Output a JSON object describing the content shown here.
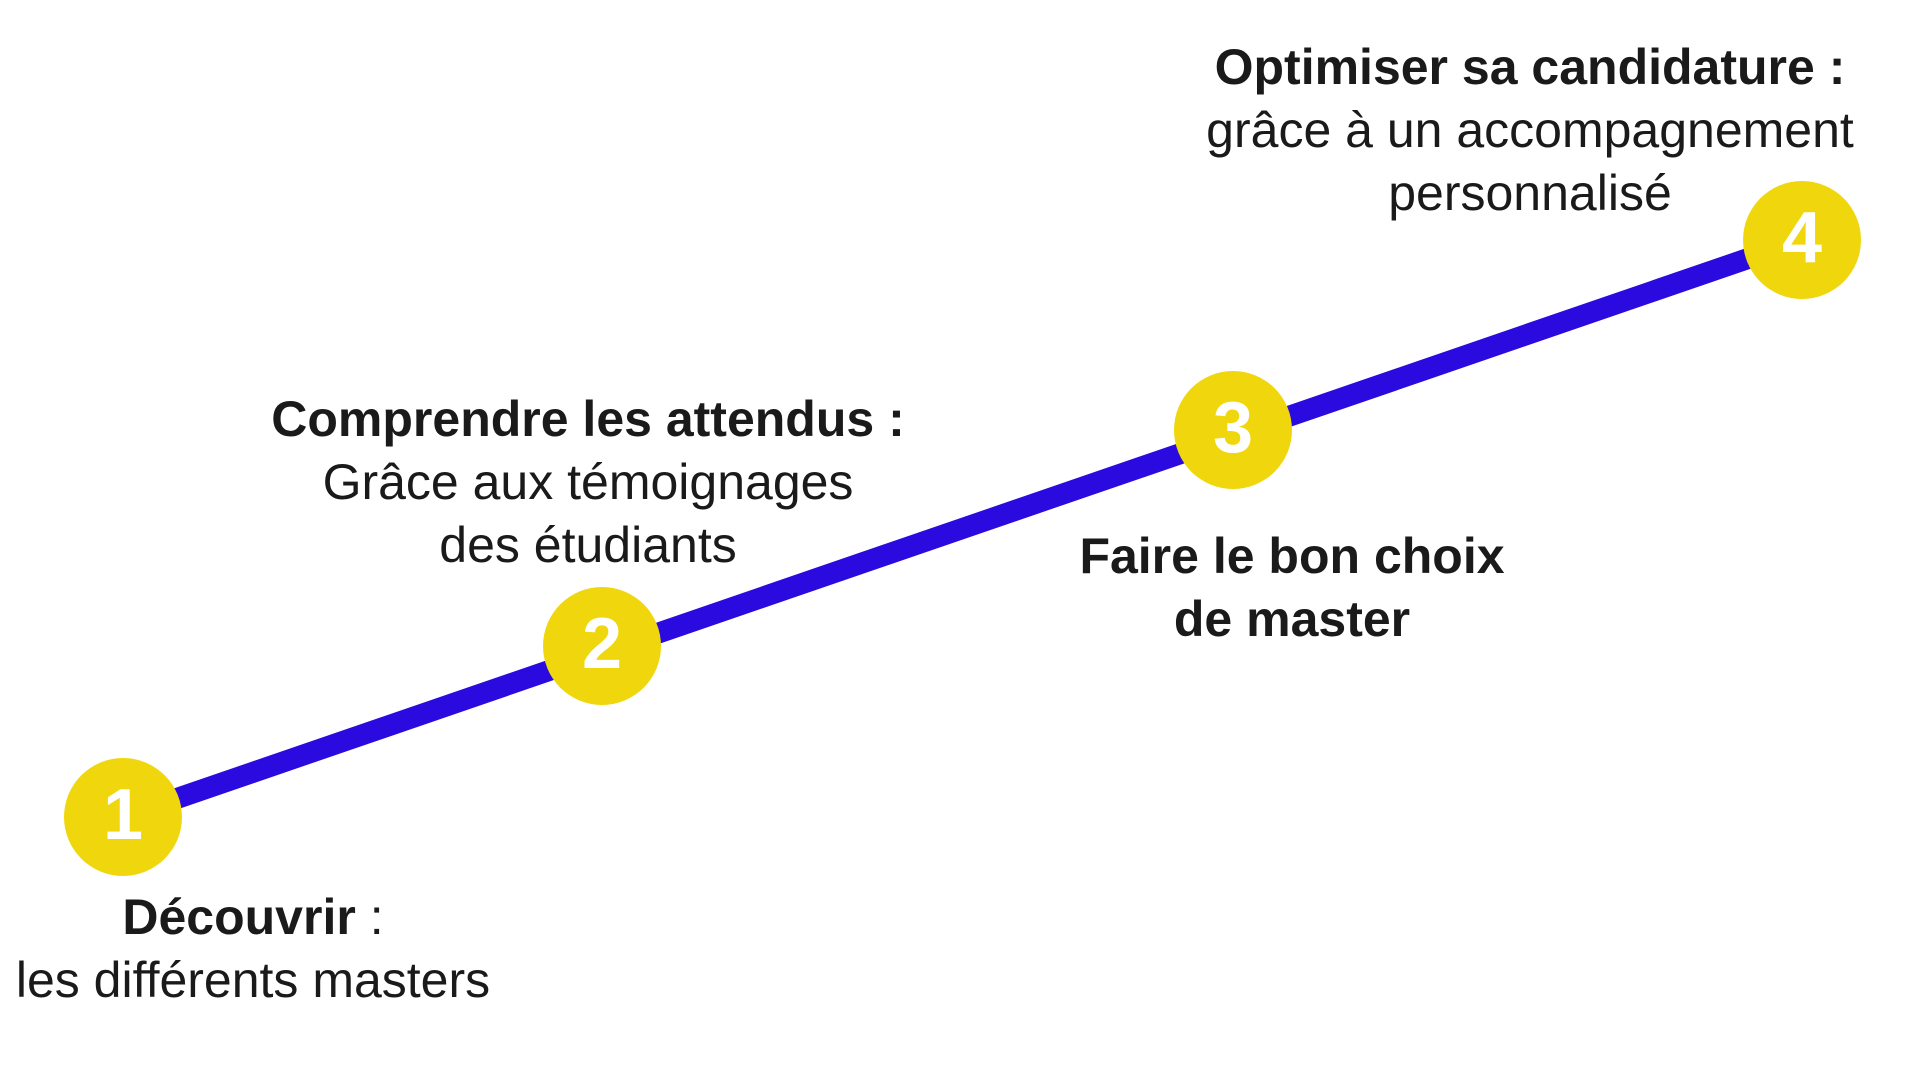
{
  "colors": {
    "line": "#2A0ADF",
    "circle": "#F0D70D",
    "number": "#FFFFFF",
    "text": "#1A1A1A",
    "background": "#FFFFFF"
  },
  "steps": [
    {
      "number": "1",
      "heading": "Découvrir",
      "heading_colon": " :",
      "body": [
        "les différents masters"
      ]
    },
    {
      "number": "2",
      "heading": "Comprendre les attendus :",
      "body": [
        "Grâce aux témoignages",
        "des étudiants"
      ]
    },
    {
      "number": "3",
      "heading": "Faire le bon choix",
      "heading2": "de master"
    },
    {
      "number": "4",
      "heading": "Optimiser sa candidature :",
      "body": [
        "grâce à un accompagnement",
        "personnalisé"
      ]
    }
  ]
}
